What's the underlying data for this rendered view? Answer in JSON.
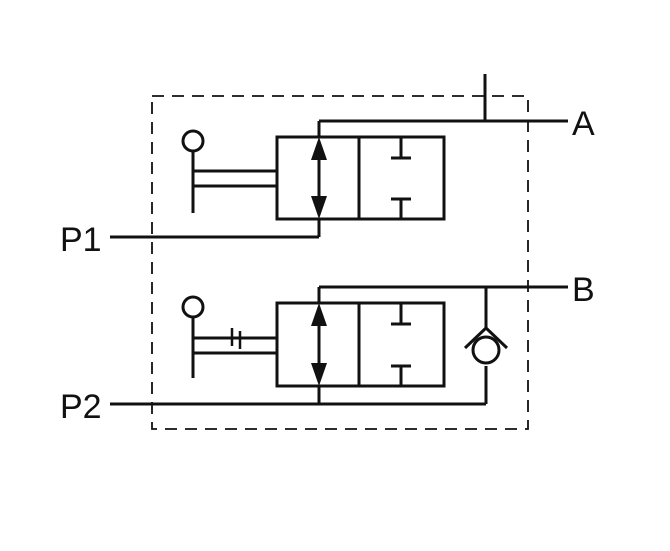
{
  "diagram": {
    "ports": {
      "a": "A",
      "b": "B",
      "p1": "P1",
      "p2": "P2"
    },
    "line_color": "#111111",
    "background": "#ffffff"
  }
}
